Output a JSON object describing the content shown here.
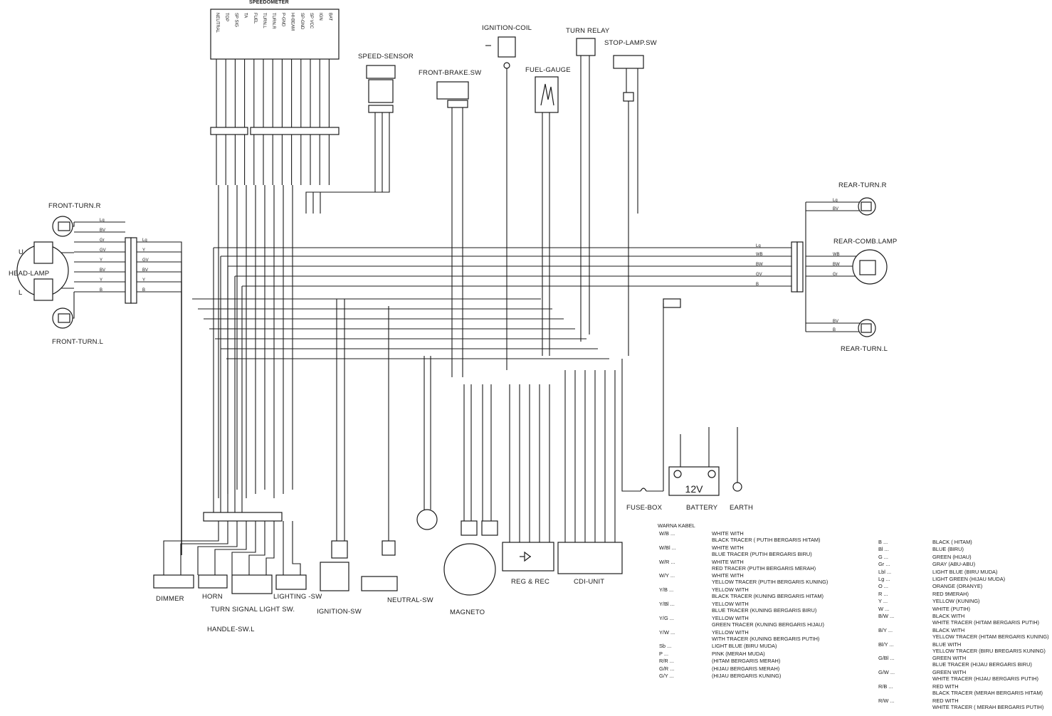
{
  "components": {
    "speedometer": "SPEEDOMETER",
    "speed_sensor": "SPEED-SENSOR",
    "ignition_coil": "IGNITION-COIL",
    "turn_relay": "TURN RELAY",
    "stop_lamp_sw": "STOP-LAMP.SW",
    "front_brake_sw": "FRONT-BRAKE.SW",
    "fuel_gauge": "FUEL-GAUGE",
    "front_turn_r": "FRONT-TURN.R",
    "front_turn_l": "FRONT-TURN.L",
    "head_lamp": "HEAD-LAMP",
    "head_u": "U",
    "head_l": "L",
    "rear_turn_r": "REAR-TURN.R",
    "rear_comb_lamp": "REAR-COMB.LAMP",
    "rear_turn_l": "REAR-TURN.L",
    "fuse_box": "FUSE-BOX",
    "battery": "BATTERY",
    "battery_voltage": "12V",
    "earth": "EARTH",
    "dimmer": "DIMMER",
    "horn": "HORN",
    "turn_signal_light_sw": "TURN SIGNAL LIGHT SW.",
    "lighting_sw": "LIGHTING -SW",
    "handle_sw_l": "HANDLE-SW.L",
    "ignition_sw": "IGNITION-SW",
    "neutral_sw": "NEUTRAL-SW",
    "magneto": "MAGNETO",
    "reg_rec": "REG & REC",
    "cdi_unit": "CDI-UNIT"
  },
  "speedometer_pins": [
    "NEUTRAL",
    "TOP",
    "SP SIG",
    "TA",
    "FUEL",
    "TURN.L",
    "TURN.R",
    "P-GND",
    "HI-BEAM",
    "SP-GND",
    "SP VCC",
    "IGN",
    "BAT"
  ],
  "wire_tags": {
    "front_left": [
      "Lg",
      "BV",
      "Gr",
      "GV",
      "Y",
      "BV",
      "Y",
      "B"
    ],
    "front_right": [
      "Lg",
      "Y",
      "GV",
      "BV",
      "Y",
      "B"
    ],
    "rear_main": [
      "Lg",
      "WB",
      "BW",
      "GV",
      "B"
    ],
    "rear_right": [
      "Lg",
      "BV",
      "WB",
      "BW",
      "Gr",
      "BV",
      "B"
    ]
  },
  "legend": {
    "title": "WARNA KABEL",
    "compound": [
      {
        "code": "W/B ...",
        "lines": [
          "WHITE WITH",
          "BLACK TRACER ( PUTIH BERGARIS HITAM)"
        ]
      },
      {
        "code": "W/Bl ...",
        "lines": [
          "WHITE WITH",
          "BLUE TRACER (PUTIH BERGARIS BIRU)"
        ]
      },
      {
        "code": "W/R ...",
        "lines": [
          "WHITE WITH",
          "RED TRACER (PUTIH BERGARIS MERAH)"
        ]
      },
      {
        "code": "W/Y ...",
        "lines": [
          "WHITE WITH",
          "YELLOW TRACER (PUTIH BERGARIS KUNING)"
        ]
      },
      {
        "code": "Y/B ...",
        "lines": [
          "YELLOW WITH",
          "BLACK TRACER (KUNING BERGARIS HITAM)"
        ]
      },
      {
        "code": "Y/Bl ...",
        "lines": [
          "YELLOW WITH",
          "BLUE TRACER (KUNING BERGARIS BIRU)"
        ]
      },
      {
        "code": "Y/G ...",
        "lines": [
          "YELLOW WITH",
          "GREEN TRACER (KUNING BERGARIS HIJAU)"
        ]
      },
      {
        "code": "Y/W ...",
        "lines": [
          "YELLOW WITH",
          "WITH TRACER (KUNING BERGARIS PUTIH)"
        ]
      },
      {
        "code": "Sb ...",
        "lines": [
          "LIGHT BLUE (BIRU MUDA)"
        ]
      },
      {
        "code": "P ...",
        "lines": [
          "PINK (MERAH MUDA)"
        ]
      },
      {
        "code": "R/R ...",
        "lines": [
          "(HITAM BERGARIS MERAH)"
        ]
      },
      {
        "code": "G/R ...",
        "lines": [
          "(HIJAU BERGARIS MERAH)"
        ]
      },
      {
        "code": "G/Y ...",
        "lines": [
          "(HIJAU BERGARIS KUNING)"
        ]
      }
    ],
    "basic": [
      {
        "code": "B ...",
        "lines": [
          "BLACK ( HITAM)"
        ]
      },
      {
        "code": "Bl ...",
        "lines": [
          "BLUE (BIRU)"
        ]
      },
      {
        "code": "G ...",
        "lines": [
          "GREEN (HIJAU)"
        ]
      },
      {
        "code": "Gr ...",
        "lines": [
          "GRAY (ABU-ABU)"
        ]
      },
      {
        "code": "Lbl ...",
        "lines": [
          "LIGHT BLUE (BIRU MUDA)"
        ]
      },
      {
        "code": "Lg ...",
        "lines": [
          "LIGHT GREEN (HIJAU MUDA)"
        ]
      },
      {
        "code": "O ...",
        "lines": [
          "ORANGE (ORANYE)"
        ]
      },
      {
        "code": "R ...",
        "lines": [
          "RED 9MERAH)"
        ]
      },
      {
        "code": "Y ...",
        "lines": [
          "YELLOW (KUNING)"
        ]
      },
      {
        "code": "W ...",
        "lines": [
          "WHITE (PUTIH)"
        ]
      },
      {
        "code": "B/W ...",
        "lines": [
          "BLACK WITH",
          "WHITE TRACER (HITAM BERGARIS PUTIH)"
        ]
      },
      {
        "code": "B/Y ...",
        "lines": [
          "BLACK WITH",
          "YELLOW TRACER (HITAM BERGARIS KUNING)"
        ]
      },
      {
        "code": "Bl/Y ...",
        "lines": [
          "BLUE WITH",
          "YELLOW TRACER (BIRU BREGARIS KUNING)"
        ]
      },
      {
        "code": "G/Bl ...",
        "lines": [
          "GREEN WITH",
          "BLUE TRACER (HIJAU BERGARIS BIRU)"
        ]
      },
      {
        "code": "G/W ...",
        "lines": [
          "GREEN WITH",
          "WHITE TRACER (HIJAU BERGARIS PUTIH)"
        ]
      },
      {
        "code": "R/B ...",
        "lines": [
          "RED WITH",
          "BLACK TRACER (MERAH BERGARIS HITAM)"
        ]
      },
      {
        "code": "R/W ...",
        "lines": [
          "RED WITH",
          "WHITE TRACER ( MERAH BERGARIS PUTIH)"
        ]
      }
    ]
  },
  "colors": {
    "ink": "#1a1a1a",
    "paper": "#ffffff"
  }
}
